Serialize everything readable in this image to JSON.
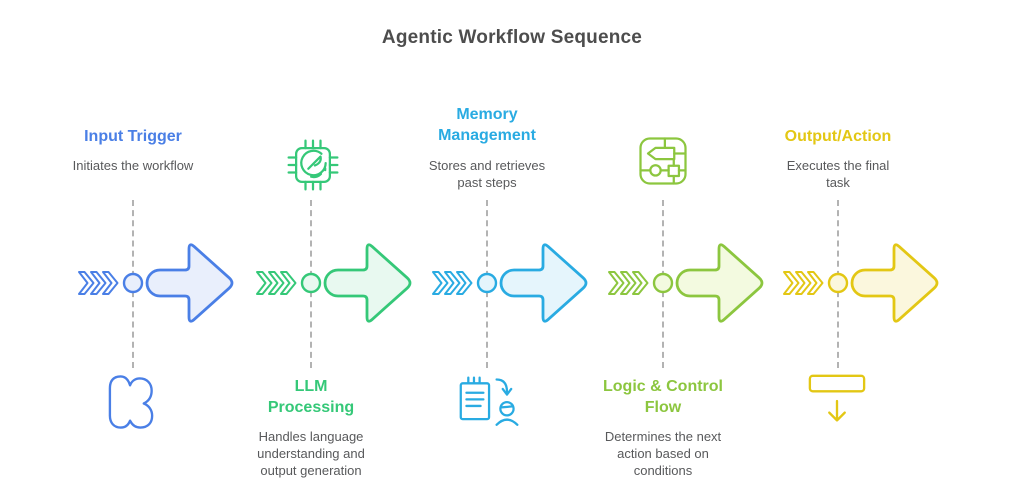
{
  "title": "Agentic Workflow Sequence",
  "steps": [
    {
      "label": "Input Trigger",
      "description": "Initiates the workflow",
      "accent_color": "#4a7fe6",
      "fill_color": "#e9effc",
      "icon": "blob-k-icon",
      "text_position": "above"
    },
    {
      "label": "LLM Processing",
      "description": "Handles language understanding and output generation",
      "accent_color": "#35c878",
      "fill_color": "#e8f9f0",
      "icon": "chip-gauge-icon",
      "text_position": "below"
    },
    {
      "label": "Memory Management",
      "description": "Stores and retrieves past steps",
      "accent_color": "#29abe2",
      "fill_color": "#e5f5fc",
      "icon": "clipboard-person-icon",
      "text_position": "above"
    },
    {
      "label": "Logic & Control Flow",
      "description": "Determines the next action based on conditions",
      "accent_color": "#8cc63f",
      "fill_color": "#f3fae0",
      "icon": "flowchart-chip-icon",
      "text_position": "below"
    },
    {
      "label": "Output/Action",
      "description": "Executes the final task",
      "accent_color": "#e3c714",
      "fill_color": "#fbf7dd",
      "icon": "output-arrow-icon",
      "text_position": "above"
    }
  ]
}
